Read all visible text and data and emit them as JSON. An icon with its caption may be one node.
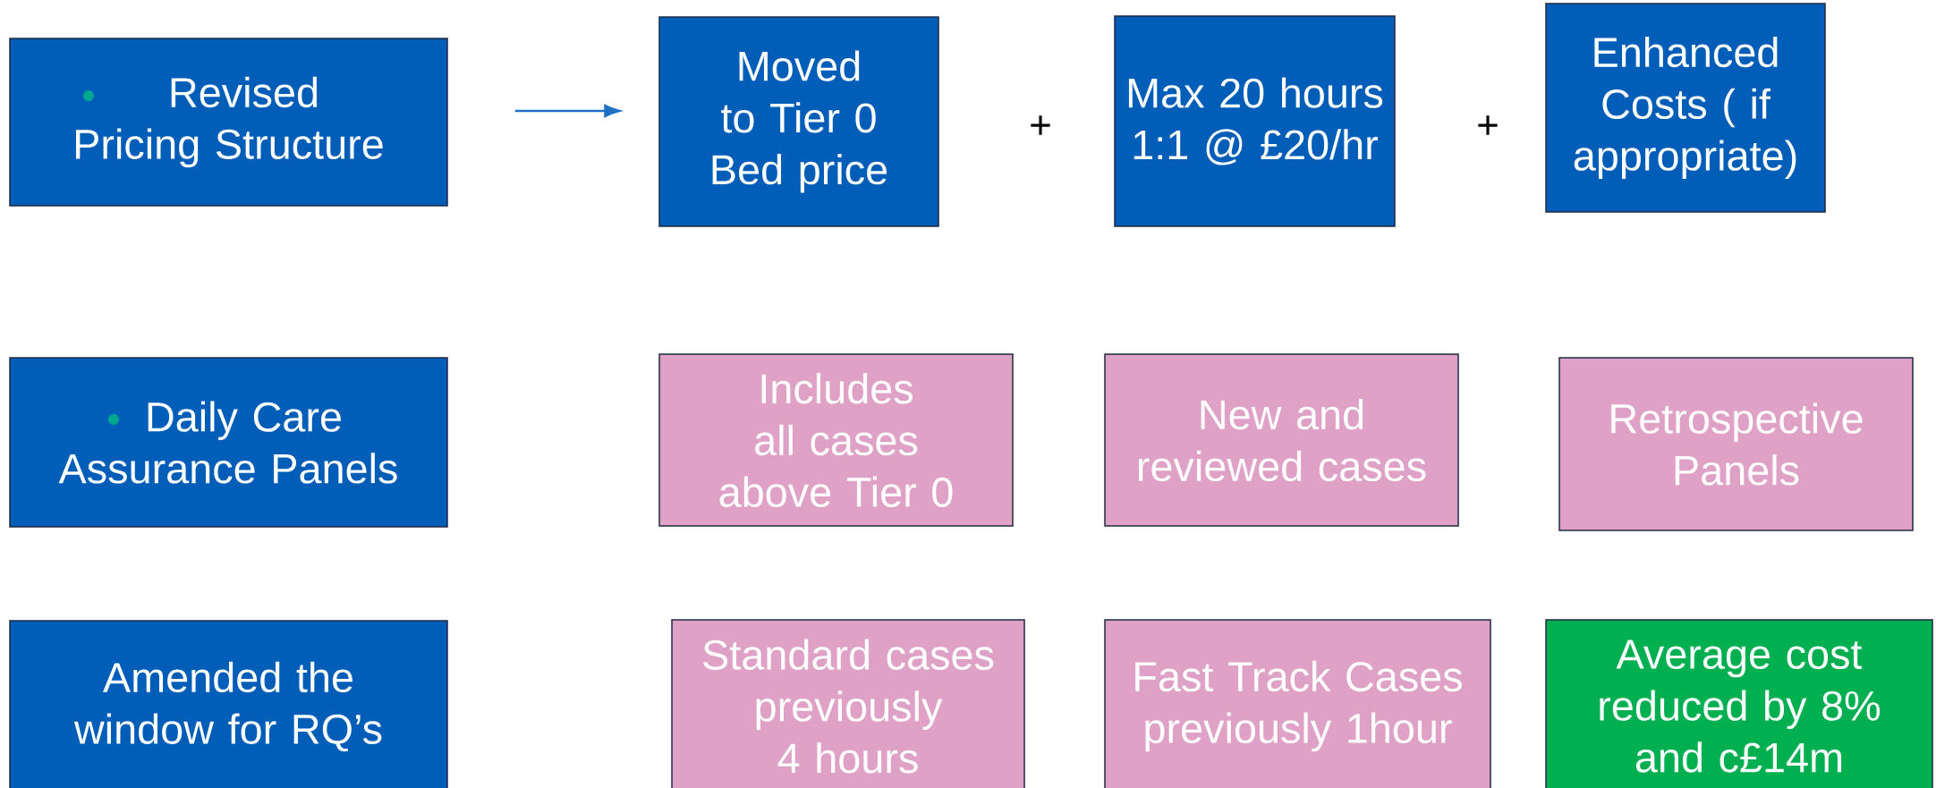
{
  "diagram": {
    "nodes": [
      {
        "text": [
          "Revised Pricing Structure"
        ]
      },
      {
        "text": [
          "Moved to Tier 0 Bed price"
        ]
      },
      {
        "text": [
          "Max 20 hours 1:1 @ £20/hr"
        ]
      },
      {
        "text": [
          "Enhanced Costs ( if appropriate)"
        ]
      },
      {
        "text": [
          "Daily Care Assurance Panels"
        ]
      },
      {
        "text": [
          "Includes all cases above Tier 0"
        ]
      },
      {
        "text": [
          "New and reviewed cases"
        ]
      },
      {
        "text": [
          "Retrospective Panels"
        ]
      },
      {
        "text": [
          "Amended the window for RQ’s"
        ]
      },
      {
        "text": [
          "Standard cases previously 4 hours"
        ]
      },
      {
        "text": [
          "Fast Track Cases previously 1hour"
        ]
      },
      {
        "text": [
          "Average cost reduced by 8% and c£14m"
        ]
      }
    ],
    "edges": [
      {
        "from": 0,
        "to": 1,
        "arrow": "to"
      }
    ],
    "labels": [
      "+",
      "+"
    ]
  }
}
